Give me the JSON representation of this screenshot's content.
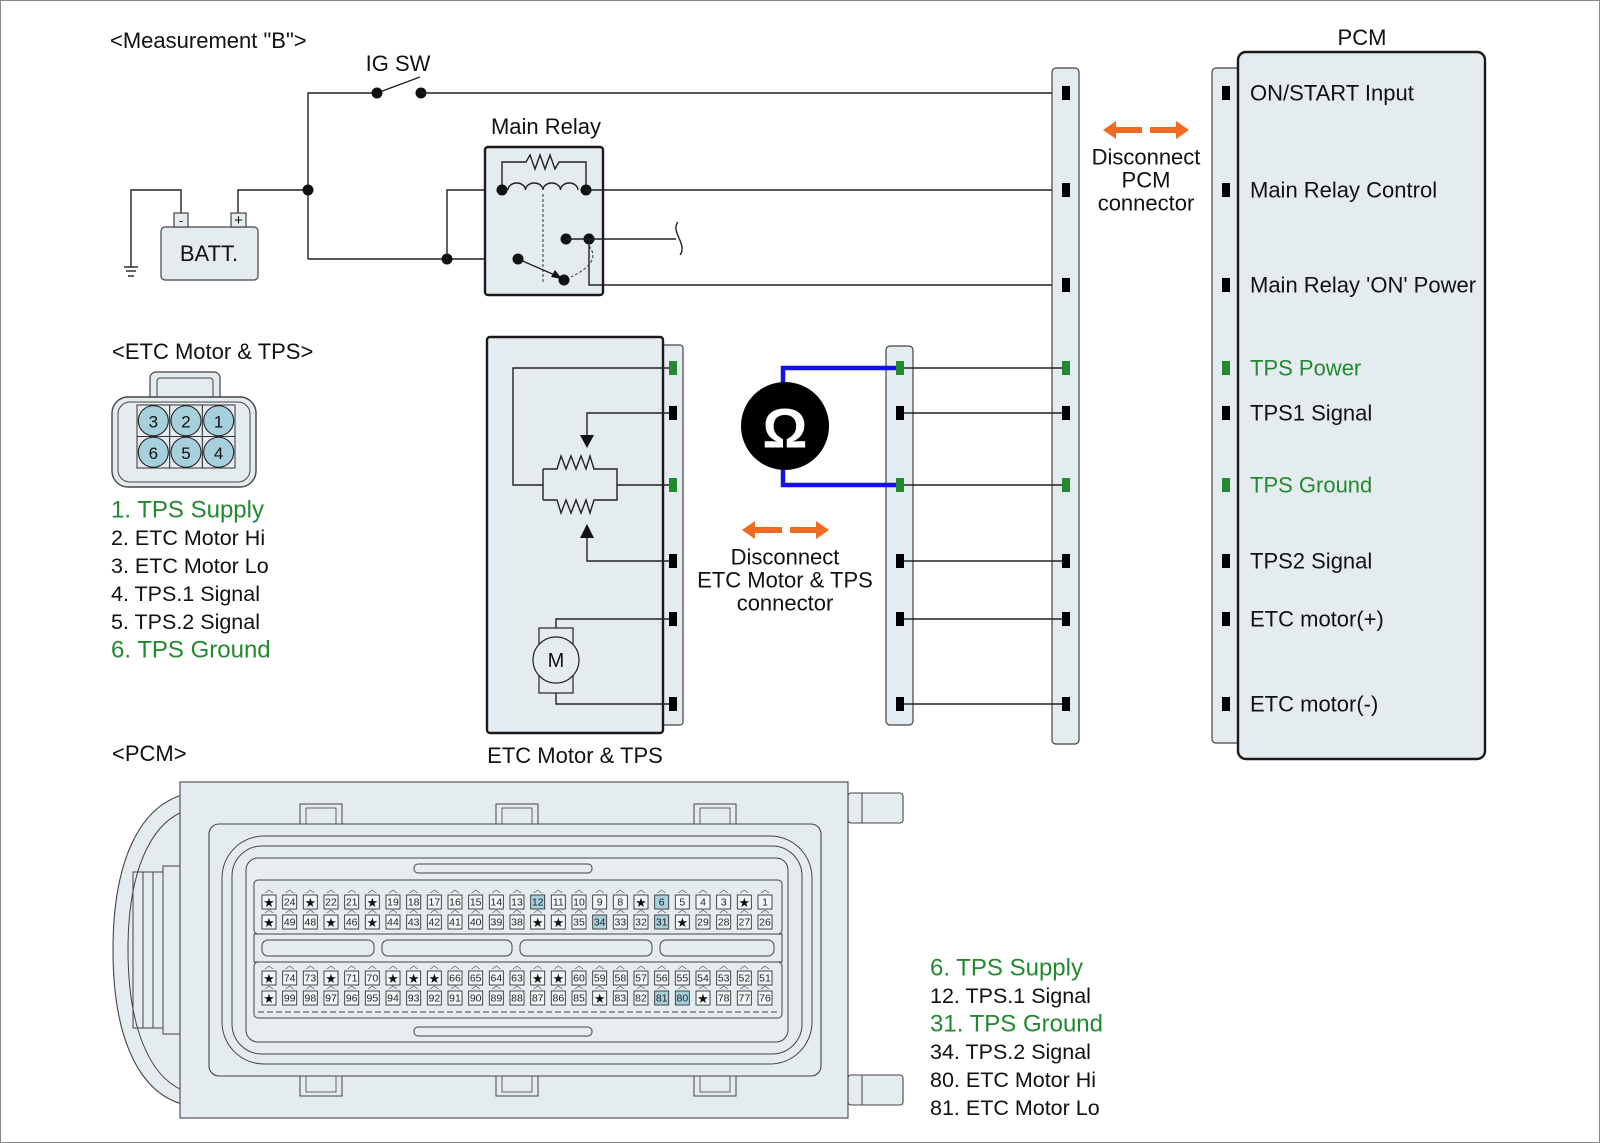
{
  "measurement_title": "<Measurement \"B\">",
  "ig_switch": {
    "label": "IG SW"
  },
  "battery": {
    "label": "BATT.",
    "negative_terminal": "-",
    "positive_terminal": "+"
  },
  "main_relay": {
    "label": "Main Relay"
  },
  "disconnect_pcm": {
    "line1": "Disconnect",
    "line2": "PCM",
    "line3": "connector"
  },
  "pcm": {
    "title": "PCM",
    "pins": [
      {
        "label": "ON/START Input",
        "color": "#111111"
      },
      {
        "label": "Main Relay Control",
        "color": "#111111"
      },
      {
        "label": "Main Relay 'ON' Power",
        "color": "#111111"
      },
      {
        "label": "TPS Power",
        "color": "#23892f"
      },
      {
        "label": "TPS1 Signal",
        "color": "#111111"
      },
      {
        "label": "TPS Ground",
        "color": "#23892f"
      },
      {
        "label": "TPS2 Signal",
        "color": "#111111"
      },
      {
        "label": "ETC motor(+)",
        "color": "#111111"
      },
      {
        "label": "ETC motor(-)",
        "color": "#111111"
      }
    ]
  },
  "etc_connector": {
    "title": "<ETC Motor & TPS>",
    "pin_grid": [
      [
        "3",
        "2",
        "1"
      ],
      [
        "6",
        "5",
        "4"
      ]
    ],
    "legend": [
      {
        "text": "1. TPS Supply",
        "color": "#23892f"
      },
      {
        "text": "2. ETC Motor Hi",
        "color": "#111111"
      },
      {
        "text": "3. ETC Motor Lo",
        "color": "#111111"
      },
      {
        "text": "4. TPS.1 Signal",
        "color": "#111111"
      },
      {
        "text": "5. TPS.2 Signal",
        "color": "#111111"
      },
      {
        "text": "6. TPS Ground",
        "color": "#23892f"
      }
    ]
  },
  "etc_component": {
    "label": "ETC Motor & TPS",
    "motor_symbol": "M"
  },
  "ohmmeter": {
    "symbol": "Ω"
  },
  "disconnect_etc": {
    "line1": "Disconnect",
    "line2": "ETC Motor & TPS",
    "line3": "connector"
  },
  "pcm_connector": {
    "title": "<PCM>",
    "rows": [
      [
        "★",
        "24",
        "★",
        "22",
        "21",
        "★",
        "19",
        "18",
        "17",
        "16",
        "15",
        "14",
        "13",
        "12",
        "11",
        "10",
        "9",
        "8",
        "★",
        "6",
        "5",
        "4",
        "3",
        "★",
        "1"
      ],
      [
        "★",
        "49",
        "48",
        "★",
        "46",
        "★",
        "44",
        "43",
        "42",
        "41",
        "40",
        "39",
        "38",
        "★",
        "★",
        "35",
        "34",
        "33",
        "32",
        "31",
        "★",
        "29",
        "28",
        "27",
        "26"
      ],
      [
        "★",
        "74",
        "73",
        "★",
        "71",
        "70",
        "★",
        "★",
        "★",
        "66",
        "65",
        "64",
        "63",
        "★",
        "★",
        "60",
        "59",
        "58",
        "57",
        "56",
        "55",
        "54",
        "53",
        "52",
        "51"
      ],
      [
        "★",
        "99",
        "98",
        "97",
        "96",
        "95",
        "94",
        "93",
        "92",
        "91",
        "90",
        "89",
        "88",
        "87",
        "86",
        "85",
        "★",
        "83",
        "82",
        "81",
        "80",
        "★",
        "78",
        "77",
        "76"
      ]
    ],
    "highlighted_pins": [
      "6",
      "12",
      "31",
      "34",
      "80",
      "81"
    ],
    "legend": [
      {
        "text": "6. TPS Supply",
        "color": "#23892f"
      },
      {
        "text": "12. TPS.1 Signal",
        "color": "#111111"
      },
      {
        "text": "31. TPS Ground",
        "color": "#23892f"
      },
      {
        "text": "34. TPS.2 Signal",
        "color": "#111111"
      },
      {
        "text": "80. ETC Motor Hi",
        "color": "#111111"
      },
      {
        "text": "81. ETC Motor Lo",
        "color": "#111111"
      }
    ]
  },
  "colors": {
    "tps_green": "#23892f",
    "disconnect_arrow_orange": "#f06a21",
    "meter_lead_blue": "#1212e6",
    "pin_highlight": "#a6d0dc",
    "panel_fill": "#e5ecef"
  }
}
